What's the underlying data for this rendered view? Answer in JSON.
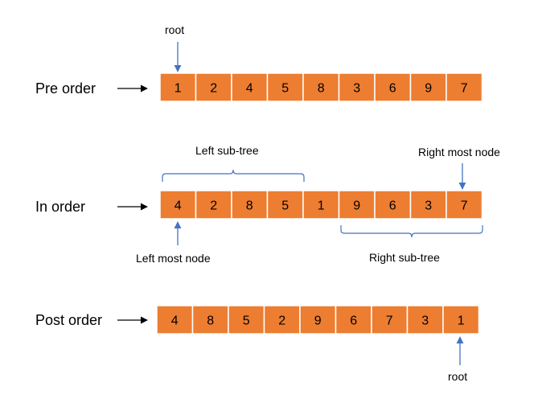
{
  "colors": {
    "cell_fill": "#ed7d31",
    "cell_border": "#ffffff",
    "pointer_arrow": "#4472c4",
    "row_arrow": "#000000",
    "brace": "#4472c4"
  },
  "rows": [
    {
      "id": "pre-order",
      "label": "Pre order",
      "values": [
        "1",
        "2",
        "4",
        "5",
        "8",
        "3",
        "6",
        "9",
        "7"
      ]
    },
    {
      "id": "in-order",
      "label": "In order",
      "values": [
        "4",
        "2",
        "8",
        "5",
        "1",
        "9",
        "6",
        "3",
        "7"
      ]
    },
    {
      "id": "post-order",
      "label": "Post order",
      "values": [
        "4",
        "8",
        "5",
        "2",
        "9",
        "6",
        "7",
        "3",
        "1"
      ]
    }
  ],
  "annotations": {
    "pre_root": "root",
    "left_subtree": "Left sub-tree",
    "right_most_node": "Right most node",
    "left_most_node": "Left most node",
    "right_subtree": "Right sub-tree",
    "post_root": "root"
  }
}
